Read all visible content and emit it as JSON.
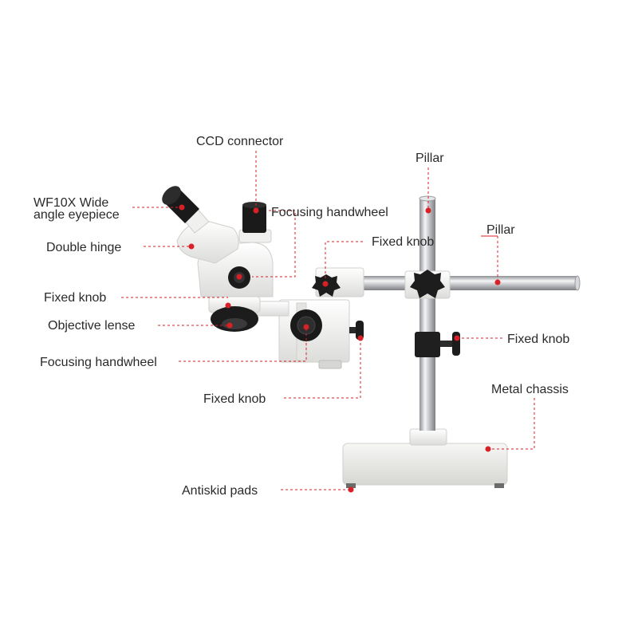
{
  "labels": {
    "ccd_connector": "CCD connector",
    "pillar_vertical": "Pillar",
    "eyepiece_line1": "WF10X Wide",
    "eyepiece_line2": "angle eyepiece",
    "focusing_handwheel_top": "Focusing handwheel",
    "pillar_horizontal": "Pillar",
    "fixed_knob_top": "Fixed knob",
    "double_hinge": "Double hinge",
    "fixed_knob_left": "Fixed knob",
    "objective_lense": "Objective lense",
    "fixed_knob_right": "Fixed knob",
    "focusing_handwheel_bottom": "Focusing handwheel",
    "metal_chassis": "Metal chassis",
    "fixed_knob_bottom": "Fixed knob",
    "antiskid_pads": "Antiskid pads"
  },
  "colors": {
    "marker": "#d92027",
    "leader": "#d92027",
    "body": "#f2f2f0",
    "black": "#1c1c1c",
    "chrome": "#c9cbce"
  }
}
